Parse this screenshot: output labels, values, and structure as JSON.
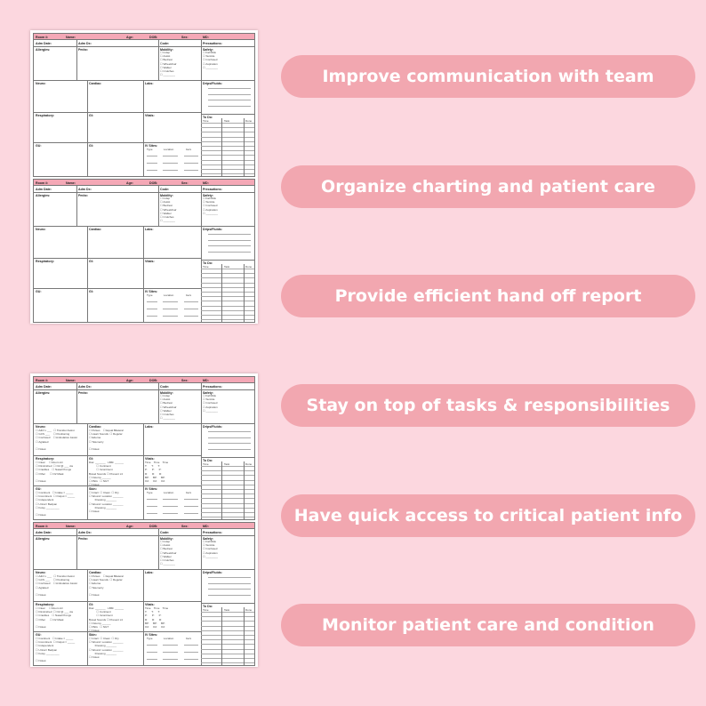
{
  "benefits": [
    "Improve communication with team",
    "Organize charting and patient care",
    "Provide efficient hand off report",
    "Stay on top of tasks & responsibilities",
    "Have quick access to critical patient info",
    "Monitor patient care and condition"
  ],
  "form": {
    "header": [
      "Room #:",
      "Name:",
      "Age:",
      "DOB:",
      "Sex:",
      "MD:"
    ],
    "row2": [
      "Adm Date:",
      "Adm Dx:",
      "Code:",
      "Precautions:"
    ],
    "allergies": "Allergies:",
    "pmhx": "Pmhx:",
    "mobility": "Mobility:",
    "mobility_options": "☐ Indep\n☐ Assist\n☐ Bedrest\n☐ Wheelchair\n☐ Walker\n☐ Crutches\n☐ ________",
    "safety": "Safety:",
    "safety_options": "☐ Fall Risk\n☐ Suicide\n☐ Confused\n☐ Aspiration\n☐ ________",
    "neuro": "Neuro:",
    "cardiac": "Cardiac:",
    "labs": "Labs:",
    "drips": "Drips/Fluids:",
    "respiratory": "Respiratory:",
    "gi": "GI:",
    "vitals": "Vitals:",
    "todo": "To Do:",
    "todo_cols": [
      "Time",
      "Task",
      "Done"
    ],
    "gu": "GU:",
    "skin": "Skin:",
    "iv_sites": "IV Sites:",
    "iv_cols": [
      "Type",
      "Location",
      "Gaʼs"
    ],
    "neuro_detail": "☐ A&O x ___   ☐ Transfer Assist\n☐ GCS ___     ☐ Positioning\n☐ Confused    ☐ Ambulation Assist\n☐ Agitated\n\n☐ Notes:",
    "cardiac_detail": "☐ Pulses    ☐ Equal Bilateral\n☐ Heart Sounds  ☐ Regular\n☐ Edema\n☐ Telemetry\n\n☐ Notes:",
    "resp_detail": "☐ Clear     ☐ Room Air\n☐ Diminished  ☐ O2 @ ___ via\n☐ Crackles    ☐ Nasal Prongs\n☐ Other      ☐ O2 Mask\n\n☐ Notes:",
    "gi_detail": "Diet: _______   LBM: ______\n          ☐ Continent\n          ☐ Incontinent\nBowel Sounds ☐ Present x4\n☐ Ostomy ______\n☐ PEG   ☐ NGT\n☐ Notes:",
    "vitals_detail": "Time    Time    Time\nT:      T:      T:\nP:      P:      P:\nR:      R:      R:\nBP:     BP:     BP:\nO2:     O2:     O2:",
    "gu_detail": "☐ Continent   ☐ Intake = _____\n☐ Incontinent  ☐ Output = _____\n☐ Independent\n☐ Urinal / Bedpan\n☐ Foley _________\n\n☐ Notes:",
    "skin_detail": "☐ Intact  ☐ Clean  ☐ Dry\n☐ Wound: Location _______\n        Dressing _______\n☐ Wound: Location _______\n        Dressing _______\n☐ Notes:"
  }
}
